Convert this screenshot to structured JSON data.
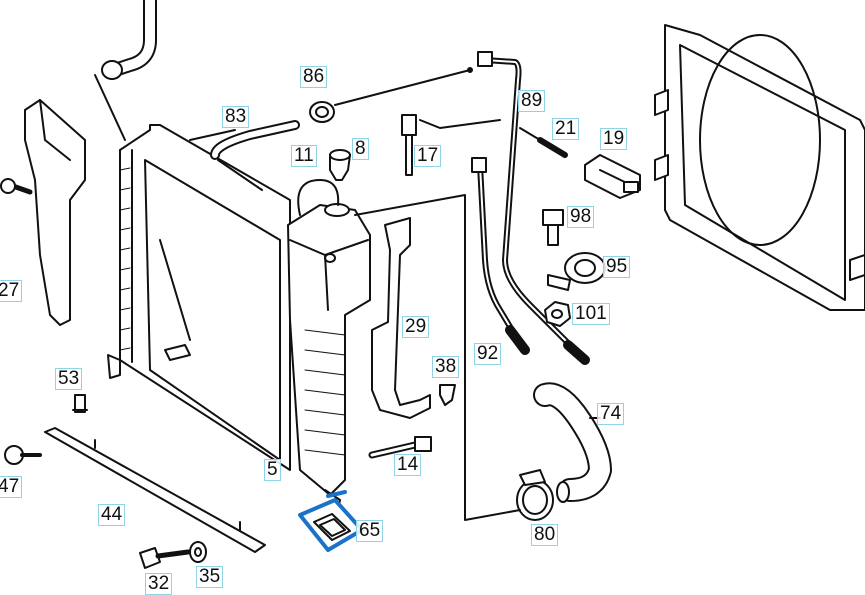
{
  "diagram": {
    "highlight_color": "#1a73c9",
    "label_border_color": "#8fd3e6",
    "labels": [
      {
        "id": "86",
        "text": "86"
      },
      {
        "id": "83",
        "text": "83"
      },
      {
        "id": "89",
        "text": "89"
      },
      {
        "id": "21",
        "text": "21"
      },
      {
        "id": "19",
        "text": "19"
      },
      {
        "id": "11",
        "text": "11"
      },
      {
        "id": "8",
        "text": "8"
      },
      {
        "id": "17",
        "text": "17"
      },
      {
        "id": "98",
        "text": "98"
      },
      {
        "id": "95",
        "text": "95"
      },
      {
        "id": "101",
        "text": "101"
      },
      {
        "id": "27",
        "text": "27"
      },
      {
        "id": "29",
        "text": "29"
      },
      {
        "id": "92",
        "text": "92"
      },
      {
        "id": "53",
        "text": "53"
      },
      {
        "id": "38",
        "text": "38"
      },
      {
        "id": "74",
        "text": "74"
      },
      {
        "id": "5",
        "text": "5"
      },
      {
        "id": "14",
        "text": "14"
      },
      {
        "id": "47",
        "text": "47"
      },
      {
        "id": "44",
        "text": "44"
      },
      {
        "id": "65",
        "text": "65"
      },
      {
        "id": "80",
        "text": "80"
      },
      {
        "id": "32",
        "text": "32"
      },
      {
        "id": "35",
        "text": "35"
      }
    ]
  }
}
